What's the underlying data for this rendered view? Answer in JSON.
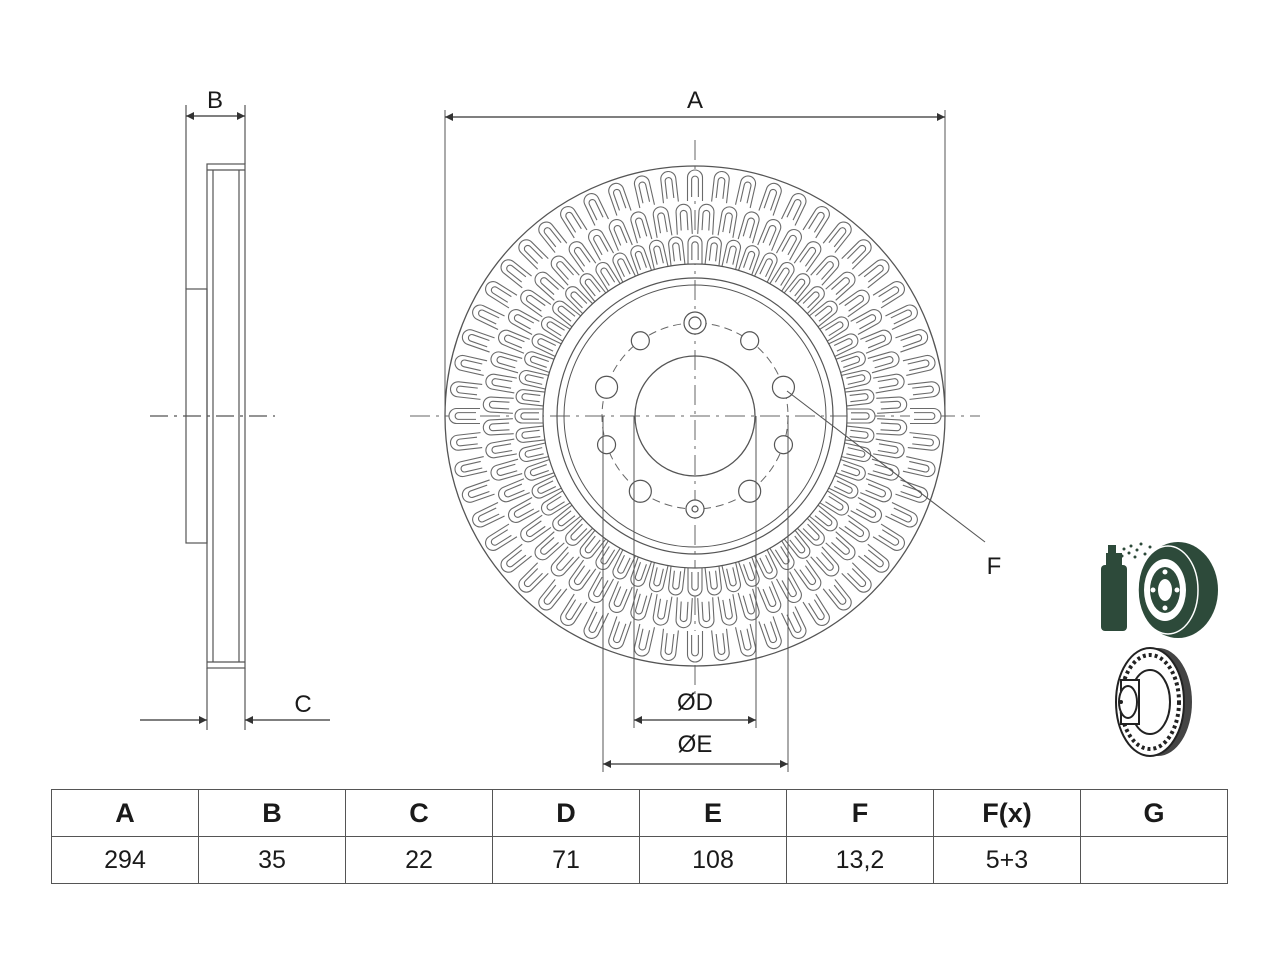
{
  "labels": {
    "A": "A",
    "B": "B",
    "C": "C",
    "D": "ØD",
    "E": "ØE",
    "F": "F"
  },
  "table": {
    "headers": [
      "A",
      "B",
      "C",
      "D",
      "E",
      "F",
      "F(x)",
      "G"
    ],
    "values": [
      "294",
      "35",
      "22",
      "71",
      "108",
      "13,2",
      "5+3",
      ""
    ]
  },
  "icons": [
    "spray-can-coated-disc-icon",
    "vented-disc-perspective-icon"
  ]
}
